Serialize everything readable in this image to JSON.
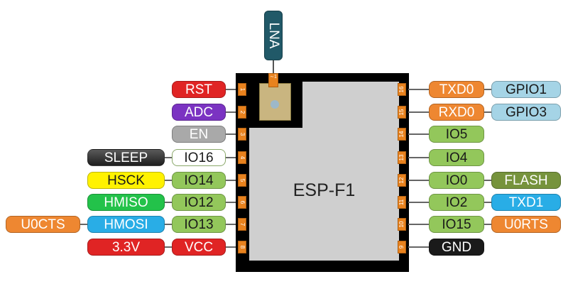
{
  "module_name": "ESP-F1",
  "antenna": {
    "label": "LNA",
    "pad_mark": "∼1"
  },
  "colors": {
    "orange": "#EE8731",
    "red": "#E02424",
    "purple": "#7B33C2",
    "gray": "#A9A9A9",
    "dark": "#3A3A3A",
    "green": "#93C75B",
    "yellow": "#FFF200",
    "bright_green": "#23C24A",
    "blue": "#29ADE6",
    "light_blue": "#A5D4E6",
    "olive": "#76933C",
    "black": "#1a1a1a",
    "white": "#ffffff",
    "pad": "#E8821E",
    "lna": "#215968"
  },
  "left_pins": [
    {
      "num": "1",
      "labels": [
        {
          "text": "RST",
          "color": "red"
        }
      ]
    },
    {
      "num": "2",
      "labels": [
        {
          "text": "ADC",
          "color": "purple"
        }
      ]
    },
    {
      "num": "3",
      "labels": [
        {
          "text": "EN",
          "color": "gray"
        }
      ]
    },
    {
      "num": "4",
      "labels": [
        {
          "text": "IO16",
          "color": "white"
        },
        {
          "text": "SLEEP",
          "color": "dark"
        }
      ]
    },
    {
      "num": "5",
      "labels": [
        {
          "text": "IO14",
          "color": "green"
        },
        {
          "text": "HSCK",
          "color": "yellow"
        }
      ]
    },
    {
      "num": "6",
      "labels": [
        {
          "text": "IO12",
          "color": "green"
        },
        {
          "text": "HMISO",
          "color": "bright_green"
        }
      ]
    },
    {
      "num": "7",
      "labels": [
        {
          "text": "IO13",
          "color": "green"
        },
        {
          "text": "HMOSI",
          "color": "blue"
        },
        {
          "text": "U0CTS",
          "color": "orange"
        }
      ]
    },
    {
      "num": "8",
      "labels": [
        {
          "text": "VCC",
          "color": "red"
        },
        {
          "text": "3.3V",
          "color": "red"
        }
      ]
    }
  ],
  "right_pins": [
    {
      "num": "16",
      "labels": [
        {
          "text": "TXD0",
          "color": "orange"
        },
        {
          "text": "GPIO1",
          "color": "light_blue"
        }
      ]
    },
    {
      "num": "15",
      "labels": [
        {
          "text": "RXD0",
          "color": "orange"
        },
        {
          "text": "GPIO3",
          "color": "light_blue"
        }
      ]
    },
    {
      "num": "14",
      "labels": [
        {
          "text": "IO5",
          "color": "green"
        }
      ]
    },
    {
      "num": "13",
      "labels": [
        {
          "text": "IO4",
          "color": "green"
        }
      ]
    },
    {
      "num": "12",
      "labels": [
        {
          "text": "IO0",
          "color": "green"
        },
        {
          "text": "FLASH",
          "color": "olive"
        }
      ]
    },
    {
      "num": "11",
      "labels": [
        {
          "text": "IO2",
          "color": "green"
        },
        {
          "text": "TXD1",
          "color": "blue"
        }
      ]
    },
    {
      "num": "10",
      "labels": [
        {
          "text": "IO15",
          "color": "green"
        },
        {
          "text": "U0RTS",
          "color": "orange"
        }
      ]
    },
    {
      "num": "9",
      "labels": [
        {
          "text": "GND",
          "color": "black"
        }
      ]
    }
  ]
}
